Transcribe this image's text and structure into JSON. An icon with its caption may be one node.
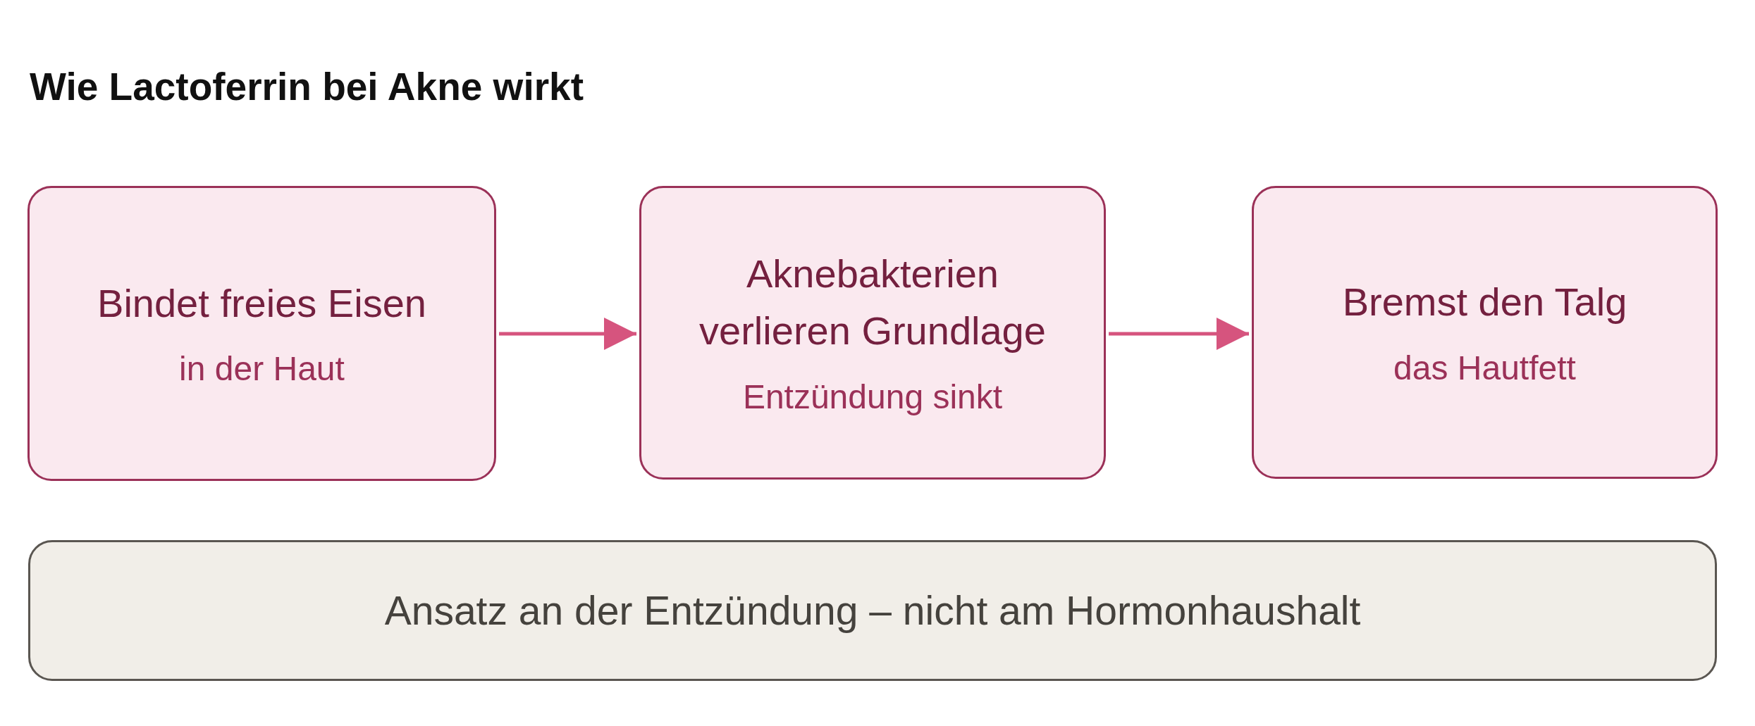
{
  "diagram": {
    "title": "Wie Lactoferrin bei Akne wirkt",
    "nodes": [
      {
        "text": [
          "Bindet freies Eisen",
          "in der Haut"
        ]
      },
      {
        "text": [
          "Aknebakterien verlieren Grundlage",
          "Entzündung sinkt"
        ]
      },
      {
        "text": [
          "Bremst den Talg",
          "das Hautfett"
        ]
      },
      {
        "text": [
          "Ansatz an der Entzündung – nicht am Hormonhaushalt"
        ]
      }
    ],
    "edges": [
      {
        "from": 0,
        "to": 1,
        "arrow": "to"
      },
      {
        "from": 1,
        "to": 2,
        "arrow": "to"
      }
    ]
  }
}
